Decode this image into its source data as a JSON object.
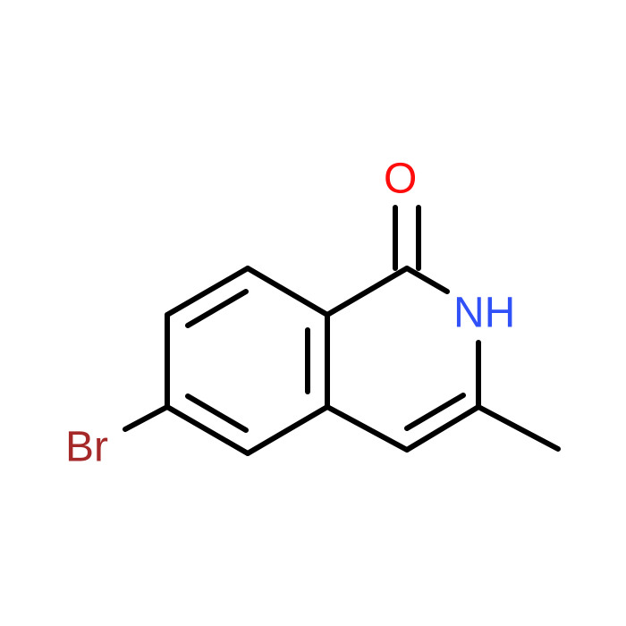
{
  "molecule": {
    "atoms": {
      "oxygen": {
        "label": "O",
        "color": "#ff0d0d"
      },
      "nitrogen": {
        "label": "NH",
        "color": "#3050f8"
      },
      "bromine": {
        "label": "Br",
        "color": "#a62929"
      }
    },
    "bond_color": "#000000",
    "background": "#ffffff"
  }
}
